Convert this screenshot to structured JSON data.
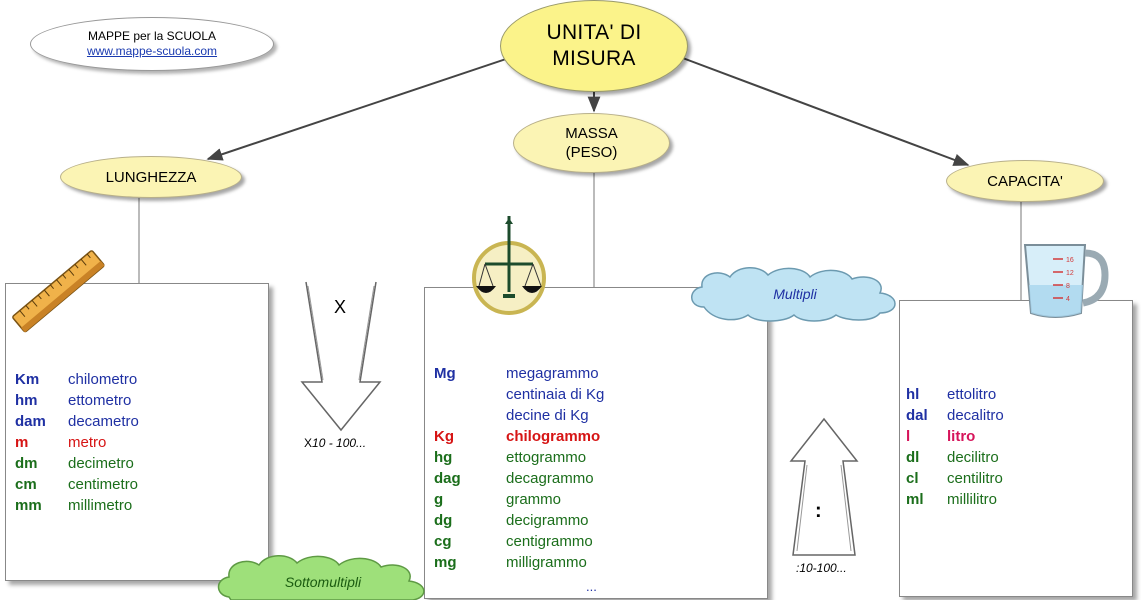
{
  "badge": {
    "line1": "MAPPE per la SCUOLA",
    "line2": "www.mappe-scuola.com"
  },
  "root": {
    "line1": "UNITA' DI",
    "line2": "MISURA"
  },
  "massa": {
    "line1": "MASSA",
    "line2": "(PESO)"
  },
  "lunghezza": {
    "label": "LUNGHEZZA"
  },
  "capacita": {
    "label": "CAPACITA'"
  },
  "units": {
    "lunghezza": [
      {
        "sym": "Km",
        "name": "chilometro",
        "color": "#1f30a3"
      },
      {
        "sym": "hm",
        "name": "ettometro",
        "color": "#1f30a3"
      },
      {
        "sym": "dam",
        "name": "decametro",
        "color": "#1f30a3"
      },
      {
        "sym": "m",
        "name": "metro",
        "color": "#d61414"
      },
      {
        "sym": "dm",
        "name": "decimetro",
        "color": "#1b6e1b"
      },
      {
        "sym": "cm",
        "name": "centimetro",
        "color": "#1b6e1b"
      },
      {
        "sym": "mm",
        "name": "millimetro",
        "color": "#1b6e1b"
      }
    ],
    "massa": [
      {
        "sym": "Mg",
        "name": "megagrammo",
        "color": "#1f30a3"
      },
      {
        "sym": "",
        "name": "centinaia di Kg",
        "color": "#1f30a3"
      },
      {
        "sym": "",
        "name": "decine di Kg",
        "color": "#1f30a3"
      },
      {
        "sym": "Kg",
        "name": "chilogrammo",
        "color": "#d61414"
      },
      {
        "sym": "hg",
        "name": "ettogrammo",
        "color": "#1b6e1b"
      },
      {
        "sym": "dag",
        "name": "decagrammo",
        "color": "#1b6e1b"
      },
      {
        "sym": "g",
        "name": "grammo",
        "color": "#1b6e1b"
      },
      {
        "sym": "dg",
        "name": "decigrammo",
        "color": "#1b6e1b"
      },
      {
        "sym": "cg",
        "name": "centigrammo",
        "color": "#1b6e1b"
      },
      {
        "sym": "mg",
        "name": "milligrammo",
        "color": "#1b6e1b"
      }
    ],
    "massa_ellipsis": "...",
    "capacita": [
      {
        "sym": "hl",
        "name": "ettolitro",
        "color": "#1f30a3"
      },
      {
        "sym": "dal",
        "name": "decalitro",
        "color": "#1f30a3"
      },
      {
        "sym": "l",
        "name": "litro",
        "color": "#d6145a"
      },
      {
        "sym": "dl",
        "name": "decilitro",
        "color": "#1b6e1b"
      },
      {
        "sym": "cl",
        "name": "centilitro",
        "color": "#1b6e1b"
      },
      {
        "sym": "ml",
        "name": "millilitro",
        "color": "#1b6e1b"
      }
    ]
  },
  "clouds": {
    "sottomultipli": "Sottomultipli",
    "multipli": "Multipli"
  },
  "arrows": {
    "down_symbol": "X",
    "down_caption_prefix": "X",
    "down_caption_value": "10 - 100...",
    "up_symbol": ":",
    "up_caption": ":10-100..."
  },
  "jug_marks": [
    "16",
    "12",
    "8",
    "4"
  ],
  "colors": {
    "oval_fill": "#fbf4b4",
    "root_fill": "#fbf38a",
    "cloud_fill": "#bfe3f3",
    "cloud_green": "#9ee07a",
    "multiples": "#1f30a3",
    "base_unit": "#d61414",
    "submultiples": "#1b6e1b"
  }
}
